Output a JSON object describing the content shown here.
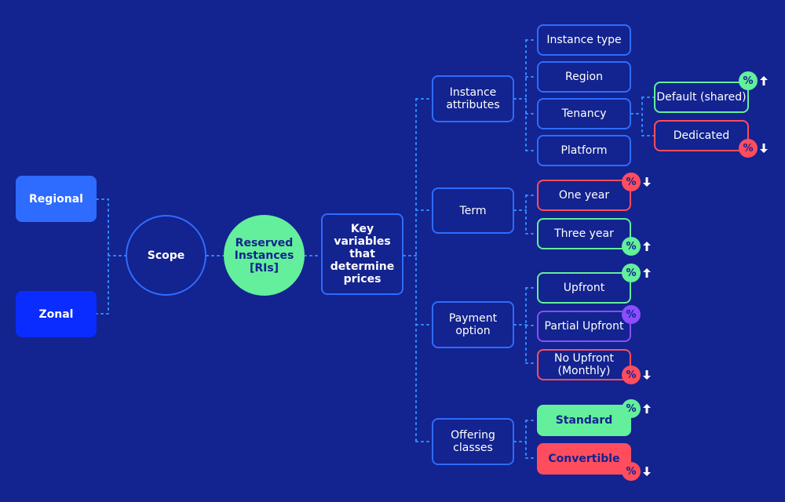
{
  "nodes": {
    "regional": "Regional",
    "zonal": "Zonal",
    "scope": "Scope",
    "reserved": [
      "Reserved",
      "Instances",
      "[RIs]"
    ],
    "key": [
      "Key",
      "variables",
      "that",
      "determine",
      "prices"
    ],
    "instance_attributes": [
      "Instance",
      "attributes"
    ],
    "term": "Term",
    "payment_option": [
      "Payment",
      "option"
    ],
    "offering_classes": [
      "Offering",
      "classes"
    ],
    "instance_type": "Instance type",
    "region": "Region",
    "tenancy": "Tenancy",
    "platform": "Platform",
    "default_shared": "Default (shared)",
    "dedicated": "Dedicated",
    "one_year": "One year",
    "three_year": "Three year",
    "upfront": "Upfront",
    "partial_upfront": "Partial Upfront",
    "no_upfront": [
      "No Upfront",
      "(Monthly)"
    ],
    "standard": "Standard",
    "convertible": "Convertible"
  },
  "badge_symbol": "%",
  "colors": {
    "background": "#13238f",
    "blue_outline": "#2f6cff",
    "regional": "#2e6bff",
    "zonal": "#0a2cff",
    "green": "#63ef9b",
    "red": "#ff4d5e",
    "purple": "#8b4dff"
  }
}
